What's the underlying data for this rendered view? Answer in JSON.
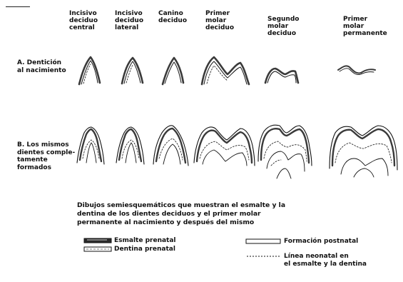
{
  "columns": [
    {
      "label": "Incisivo\ndeciduo\ncentral"
    },
    {
      "label": "Incisivo\ndeciduo\nlateral"
    },
    {
      "label": "Canino\ndeciduo"
    },
    {
      "label": "Primer\nmolar\ndeciduo"
    },
    {
      "label": "Segundo\nmolar\ndeciduo"
    },
    {
      "label": "Primer\nmolar\npermanente"
    }
  ],
  "rows": {
    "a": "A. Dentición\nal nacimiento",
    "b": "B. Los mismos\ndientes comple-\ntamente\nformados"
  },
  "caption": {
    "line1": "Dibujos semiesquemáticos que muestran el esmalte y la",
    "line2": "dentina de los dientes deciduos y el primer molar",
    "line3": "permanente al nacimiento y después del mismo"
  },
  "legend": {
    "enamel": "Esmalte prenatal",
    "dentin": "Dentina prenatal",
    "postnatal": "Formación postnatal",
    "neonatal": "Línea neonatal en\nel esmalte y la dentina"
  },
  "colors": {
    "ink": "#111111",
    "enamel": "#3a3a3a"
  }
}
